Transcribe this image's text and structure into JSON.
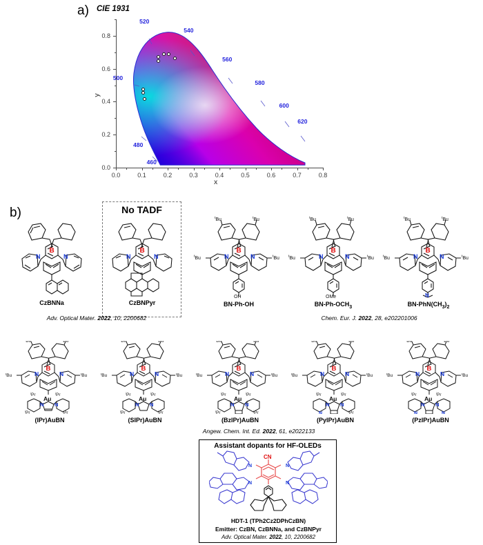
{
  "panels": {
    "a_label": "a)",
    "b_label": "b)"
  },
  "chart_data": {
    "type": "scatter",
    "title": "CIE 1931",
    "xlabel": "x",
    "ylabel": "y",
    "xlim": [
      0.0,
      0.8
    ],
    "ylim": [
      0.0,
      0.9
    ],
    "xticks": [
      "0.0",
      "0.1",
      "0.2",
      "0.3",
      "0.4",
      "0.5",
      "0.6",
      "0.7",
      "0.8"
    ],
    "yticks": [
      "0.0",
      "0.2",
      "0.4",
      "0.6",
      "0.8"
    ],
    "grid": false,
    "legend": "none",
    "wavelength_labels": [
      {
        "nm": "460",
        "x": 0.143,
        "y": 0.03
      },
      {
        "nm": "480",
        "x": 0.091,
        "y": 0.133
      },
      {
        "nm": "500",
        "x": 0.013,
        "y": 0.538
      },
      {
        "nm": "520",
        "x": 0.115,
        "y": 0.885
      },
      {
        "nm": "540",
        "x": 0.286,
        "y": 0.828
      },
      {
        "nm": "560",
        "x": 0.435,
        "y": 0.653
      },
      {
        "nm": "580",
        "x": 0.561,
        "y": 0.512
      },
      {
        "nm": "600",
        "x": 0.655,
        "y": 0.372
      },
      {
        "nm": "620",
        "x": 0.726,
        "y": 0.276
      }
    ],
    "points": [
      {
        "x": 0.164,
        "y": 0.672
      },
      {
        "x": 0.164,
        "y": 0.648
      },
      {
        "x": 0.186,
        "y": 0.69
      },
      {
        "x": 0.205,
        "y": 0.69
      },
      {
        "x": 0.228,
        "y": 0.665
      },
      {
        "x": 0.104,
        "y": 0.475
      },
      {
        "x": 0.104,
        "y": 0.455
      },
      {
        "x": 0.11,
        "y": 0.418
      }
    ]
  },
  "molecules": {
    "row1": [
      {
        "name": "CzBNNa"
      },
      {
        "name": "CzBNPyr",
        "flag": "No TADF"
      },
      {
        "name": "BN-Ph-OH"
      },
      {
        "name": "BN-Ph-OCH",
        "sub": "3"
      },
      {
        "name": "BN-PhN(CH",
        "sub": "3",
        "name_tail": ")",
        "sub2": "2"
      }
    ],
    "row2": [
      {
        "name": "(IPr)AuBN"
      },
      {
        "name": "(SIPr)AuBN"
      },
      {
        "name": "(BzIPr)AuBN"
      },
      {
        "name": "(PyIPr)AuBN"
      },
      {
        "name": "(PzIPr)AuBN"
      }
    ]
  },
  "citations": {
    "cite1_pre": "Adv. Optical Mater. ",
    "cite1_year": "2022",
    "cite1_post": ", 10, 2200682",
    "cite2_pre": "Chem. Eur. J. ",
    "cite2_year": "2022",
    "cite2_post": ", 28, e202201006",
    "cite3_pre": "Angew. Chem. Int. Ed. ",
    "cite3_year": "2022",
    "cite3_post": ", 61, e2022133"
  },
  "hdt_box": {
    "title": "Assistant dopants for HF-OLEDs",
    "compound": "HDT-1 (TPh2Cz2DPhCzBN)",
    "emitter_line": "Emitter: CzBN, CzBNNa, and CzBNPyr",
    "cite_pre": "Adv. Optical Mater. ",
    "cite_year": "2022",
    "cite_post": ", 10, 2200682"
  },
  "atoms": {
    "B": "B",
    "N": "N",
    "Au": "Au",
    "CN": "CN",
    "OH": "OH",
    "OMe": "OMe",
    "tBu": "Bu",
    "tBu_pre": "t",
    "iPr": "Pr",
    "iPr_pre": "i"
  },
  "colors": {
    "boron": "#e01010",
    "nitrogen": "#1638d8",
    "wavelength_label": "#2222dd",
    "hdt_core": "#e85050",
    "hdt_carbazole": "#3a3ad0"
  }
}
